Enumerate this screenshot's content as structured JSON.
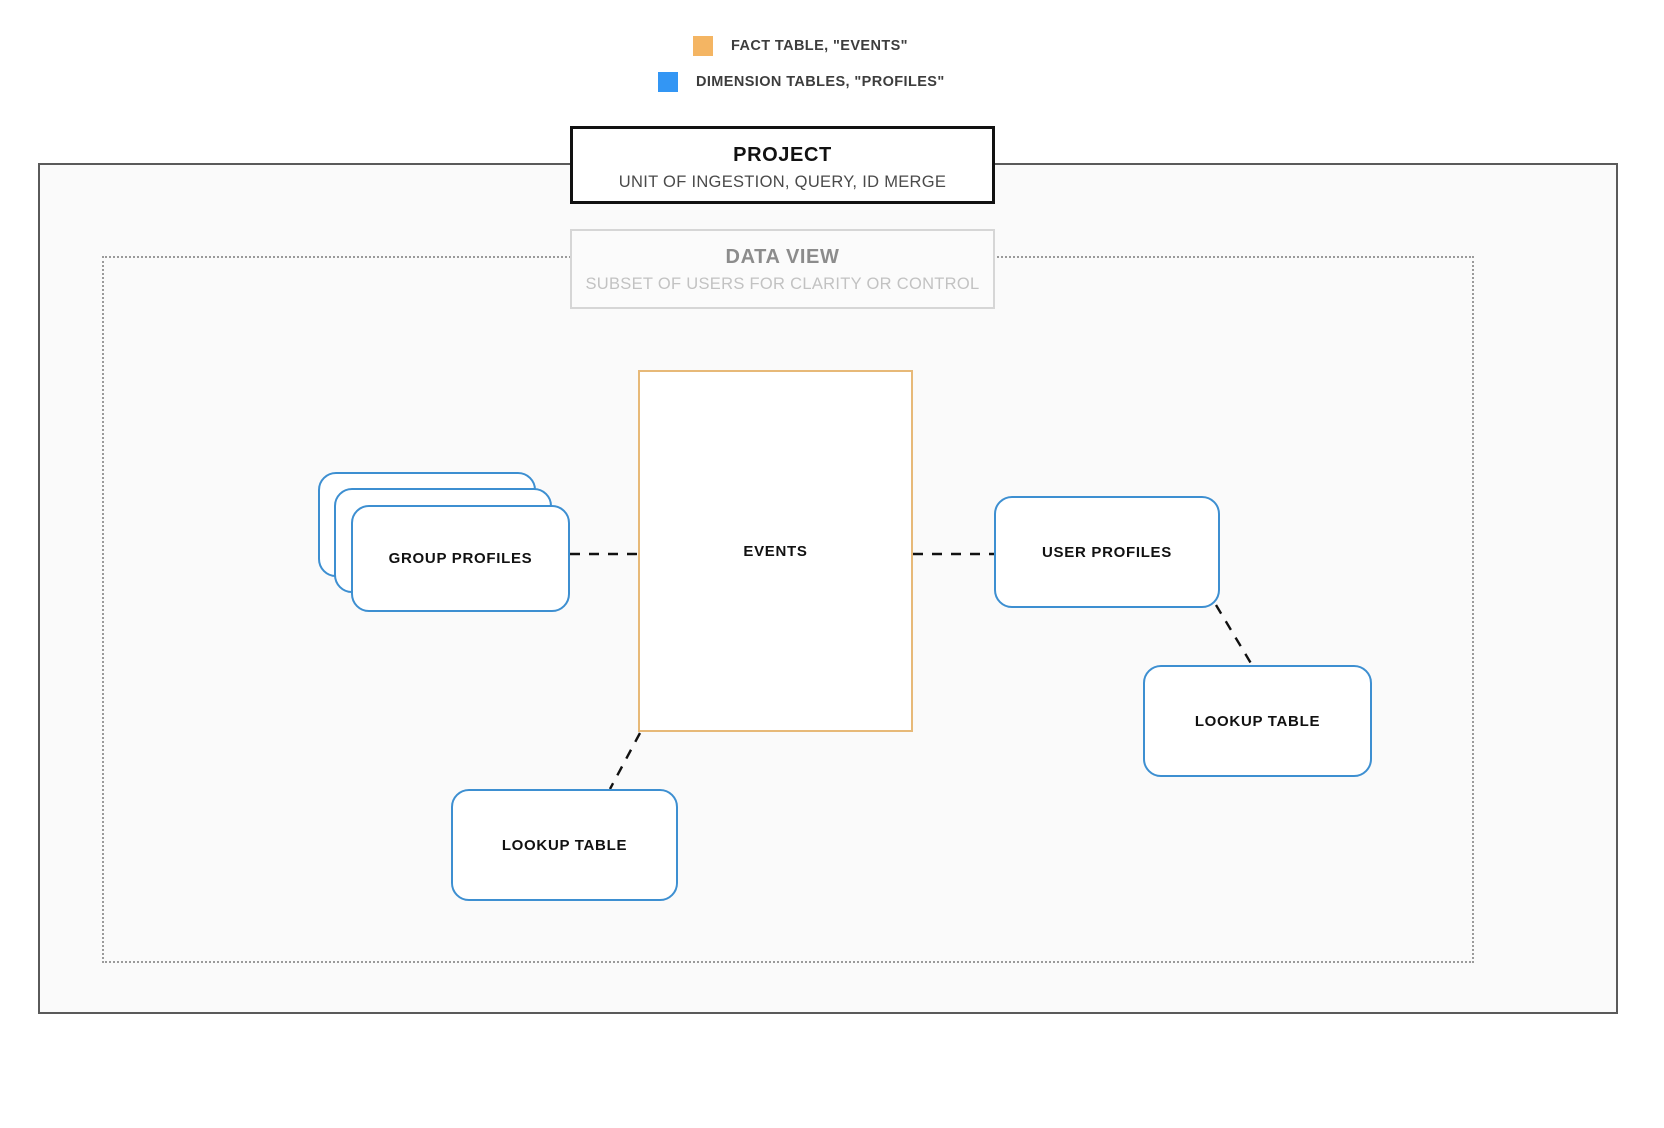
{
  "legend": {
    "items": [
      {
        "id": "fact-table",
        "label": "FACT TABLE, \"EVENTS\"",
        "color": "#f4b563",
        "icon": "legend-swatch-orange"
      },
      {
        "id": "dimension-table",
        "label": "DIMENSION TABLES, \"PROFILES\"",
        "color": "#3396f4",
        "icon": "legend-swatch-blue"
      }
    ]
  },
  "project": {
    "title": "PROJECT",
    "subtitle": "UNIT OF INGESTION, QUERY, ID MERGE",
    "border_color": "#111111"
  },
  "data_view": {
    "title": "DATA VIEW",
    "subtitle": "SUBSET OF USERS FOR CLARITY OR CONTROL",
    "border_color": "#d6d6d6",
    "title_color": "#8c8c8c",
    "subtitle_color": "#c2c2c2"
  },
  "nodes": {
    "events": {
      "label": "EVENTS",
      "type": "fact-table",
      "border_color": "#e7b978",
      "shape": "rectangle"
    },
    "group_profiles": {
      "label": "GROUP PROFILES",
      "type": "dimension-table",
      "border_color": "#3d8fd1",
      "shape": "stacked-rounded-rectangle",
      "stack_count": 3
    },
    "user_profiles": {
      "label": "USER PROFILES",
      "type": "dimension-table",
      "border_color": "#3d8fd1",
      "shape": "rounded-rectangle"
    },
    "lookup_table_left": {
      "label": "LOOKUP TABLE",
      "type": "dimension-table",
      "border_color": "#3d8fd1",
      "shape": "rounded-rectangle"
    },
    "lookup_table_right": {
      "label": "LOOKUP TABLE",
      "type": "dimension-table",
      "border_color": "#3d8fd1",
      "shape": "rounded-rectangle"
    }
  },
  "connectors": [
    {
      "id": "group-profiles-to-events",
      "from": "group_profiles",
      "to": "events",
      "style": "dashed",
      "color": "#111111"
    },
    {
      "id": "events-to-user-profiles",
      "from": "events",
      "to": "user_profiles",
      "style": "dashed",
      "color": "#111111"
    },
    {
      "id": "events-to-lookup-left",
      "from": "events",
      "to": "lookup_table_left",
      "style": "dashed",
      "color": "#111111"
    },
    {
      "id": "user-profiles-to-lookup-right",
      "from": "user_profiles",
      "to": "lookup_table_right",
      "style": "dashed",
      "color": "#111111"
    }
  ],
  "frames": {
    "project_frame_color": "#5a5a5a",
    "data_view_frame_color": "#9a9a9a",
    "project_frame_fill": "#fafafa"
  }
}
